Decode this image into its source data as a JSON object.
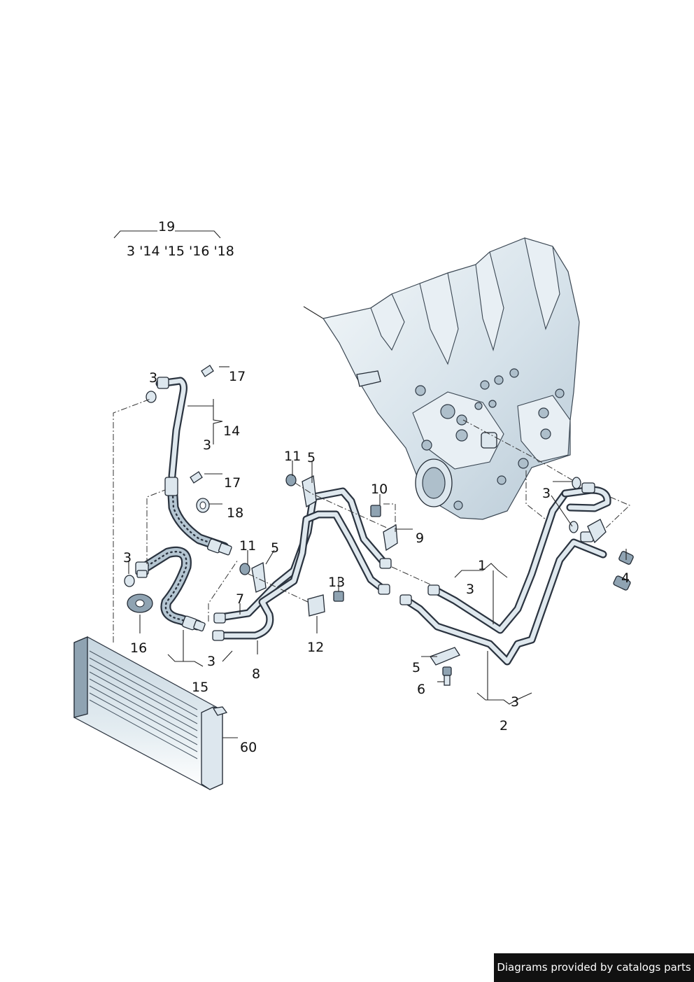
{
  "callouts": {
    "c19": "19",
    "c19_sub": "3 '14 '15 '16 '18",
    "c3_a": "3",
    "c17_a": "17",
    "c14": "14",
    "c3_b": "3",
    "c17_b": "17",
    "c18": "18",
    "c3_c": "3",
    "c11_a": "11",
    "c5_a": "5",
    "c10": "10",
    "c9": "9",
    "c11_b": "11",
    "c5_b": "5",
    "c7": "7",
    "c13": "13",
    "c12": "12",
    "c8": "8",
    "c16": "16",
    "c3_d": "3",
    "c15": "15",
    "c60": "60",
    "c1": "1",
    "c3_e": "3",
    "c5_c": "5",
    "c6": "6",
    "c3_f": "3",
    "c2": "2",
    "c3_g": "3",
    "c4": "4"
  },
  "credit": "Diagrams provided by catalogs parts"
}
